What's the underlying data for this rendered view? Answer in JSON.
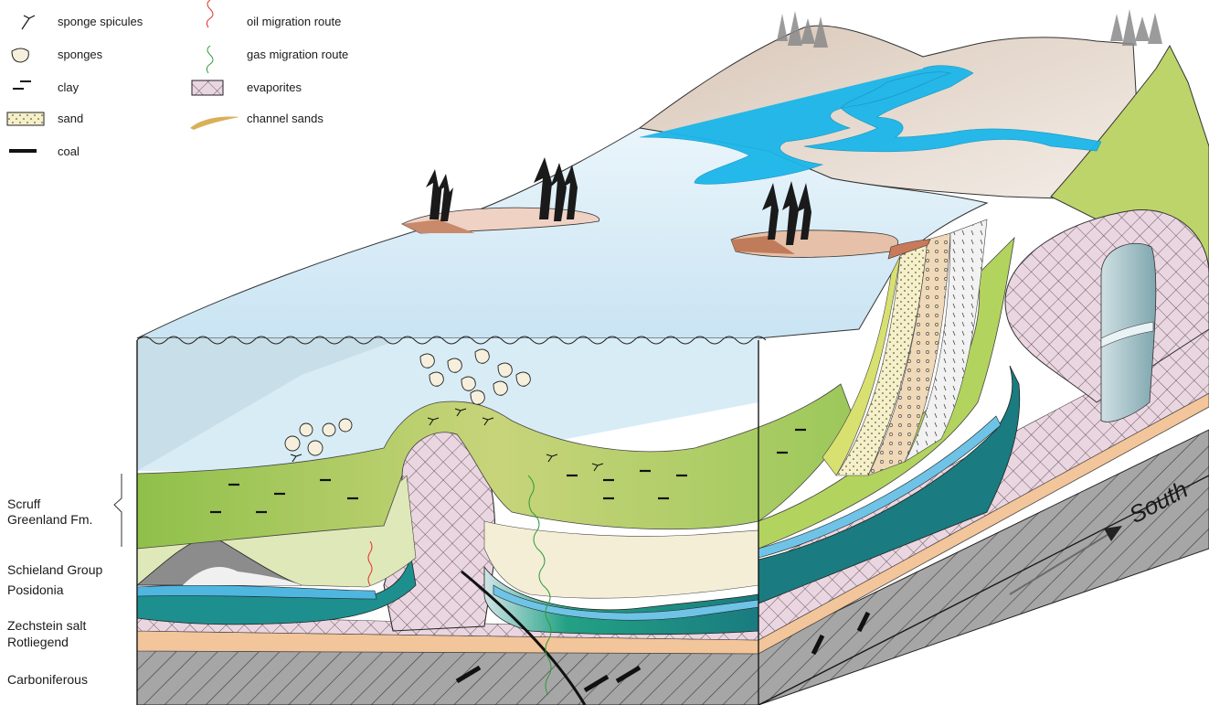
{
  "legend": {
    "left": [
      {
        "label": "sponge spicules",
        "icon": "spicule-icon"
      },
      {
        "label": "sponges",
        "icon": "sponge-icon"
      },
      {
        "label": "clay",
        "icon": "clay-icon"
      },
      {
        "label": "sand",
        "icon": "sand-icon"
      },
      {
        "label": "coal",
        "icon": "coal-icon"
      }
    ],
    "right": [
      {
        "label": "oil migration route",
        "icon": "oil-route-icon"
      },
      {
        "label": "gas migration route",
        "icon": "gas-route-icon"
      },
      {
        "label": "evaporites",
        "icon": "evaporite-icon"
      },
      {
        "label": "channel sands",
        "icon": "channel-sand-icon"
      }
    ]
  },
  "stratigraphy": {
    "scruff_line1": "Scruff",
    "scruff_line2": "Greenland Fm.",
    "schieland": "Schieland Group",
    "posidonia": "Posidonia",
    "zechstein": "Zechstein salt",
    "rotliegend": "Rotliegend",
    "carboniferous": "Carboniferous"
  },
  "compass": {
    "label": "South"
  },
  "colors": {
    "oil": "#e0302a",
    "gas": "#2e9a3a",
    "sea": "#d6ecf7",
    "river": "#19b4e8",
    "salt": "#e7d4de",
    "green_fm": "#a8c84a",
    "teal": "#1f8a8a",
    "orange_rotliegend": "#f3c59a",
    "carboniferous": "#9a9a9a"
  }
}
